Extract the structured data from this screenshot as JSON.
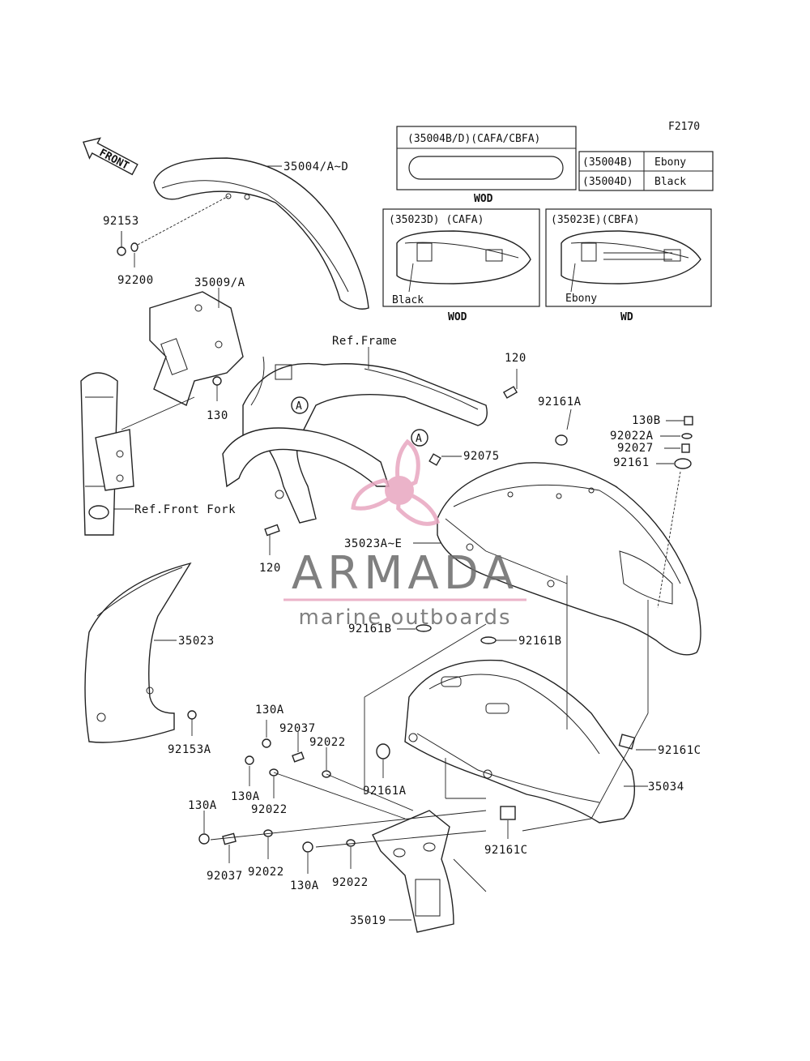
{
  "figure_code": "F2170",
  "front_arrow_label": "FRONT",
  "boxes": {
    "fender_option": {
      "title": "(35004B/D)(CAFA/CBFA)",
      "caption": "WOD"
    },
    "color_table": [
      {
        "code": "(35004B)",
        "color": "Ebony"
      },
      {
        "code": "(35004D)",
        "color": "Black"
      }
    ],
    "rear_black": {
      "title": "(35023D) (CAFA)",
      "color_label": "Black",
      "caption": "WOD"
    },
    "rear_ebony": {
      "title": "(35023E)(CBFA)",
      "color_label": "Ebony",
      "caption": "WD"
    }
  },
  "refs": {
    "A1": "A",
    "A2": "A",
    "frame": "Ref.Frame",
    "front_fork": "Ref.Front Fork"
  },
  "parts": [
    "35004/A~D",
    "92153",
    "92200",
    "35009/A",
    "130",
    "120",
    "120",
    "92161A",
    "130B",
    "92022A",
    "92027",
    "92161",
    "92075",
    "35023A~E",
    "35023",
    "92161B",
    "92161B",
    "92153A",
    "130A",
    "92037",
    "92022",
    "130A",
    "92022",
    "130A",
    "92037",
    "92022",
    "130A",
    "92022",
    "92161A",
    "92161C",
    "35034",
    "92161C",
    "35019"
  ],
  "watermark": {
    "name": "ARMADA",
    "tagline": "marine outboards",
    "accent_color": "#e8a6c0",
    "text_color": "#666666"
  }
}
